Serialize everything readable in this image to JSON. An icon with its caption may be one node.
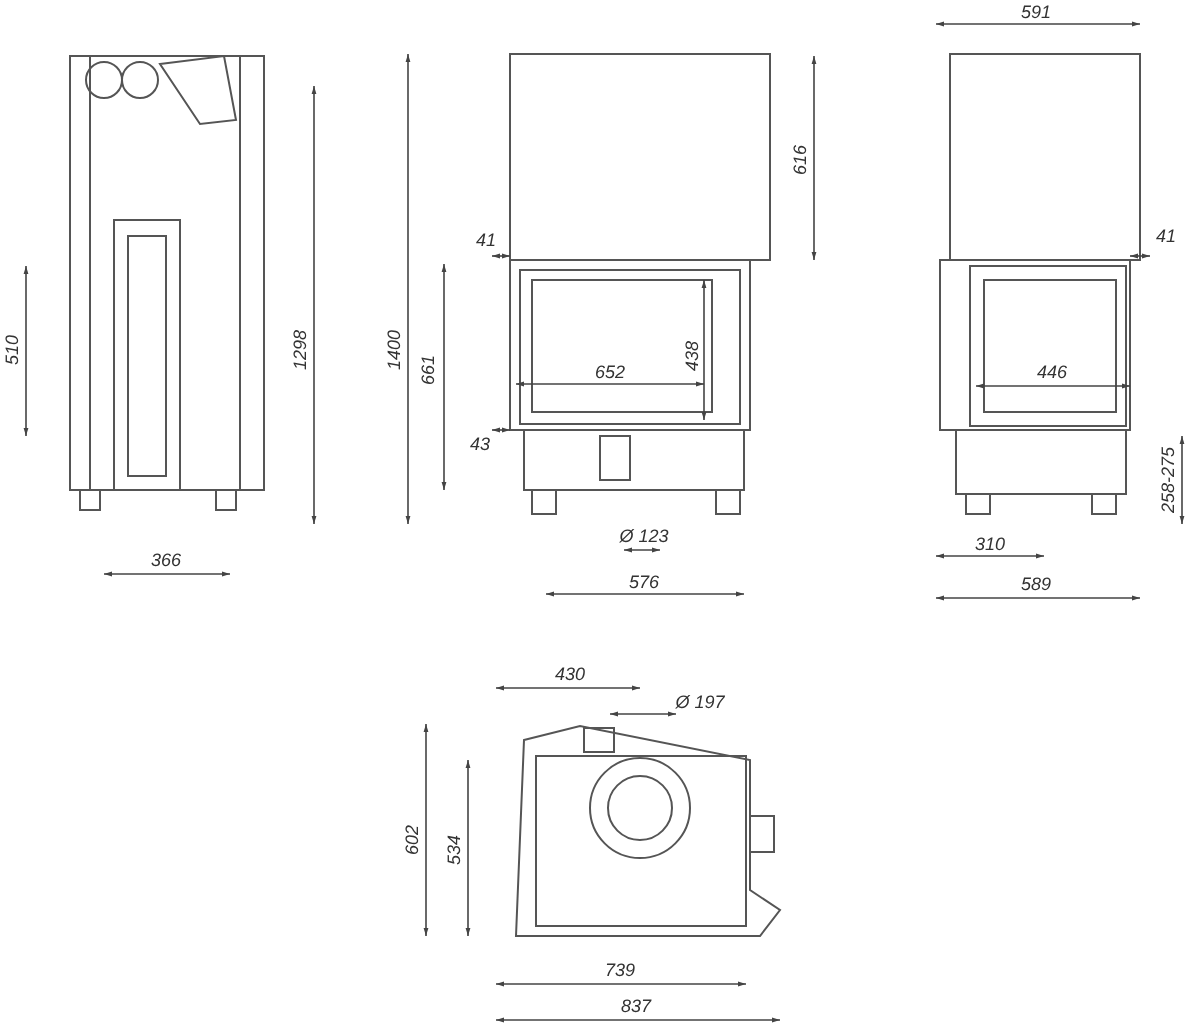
{
  "diagram": {
    "labels": [
      "591",
      "616",
      "41",
      "41",
      "510",
      "1298",
      "1400",
      "661",
      "438",
      "652",
      "446",
      "43",
      "258-275",
      "Ø 123",
      "310",
      "366",
      "576",
      "589",
      "430",
      "Ø 197",
      "602",
      "534",
      "739",
      "837"
    ]
  }
}
